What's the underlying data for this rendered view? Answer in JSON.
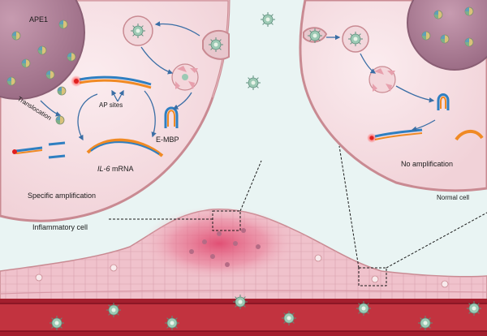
{
  "labels": {
    "ape1": "APE1",
    "translocation": "Translocation",
    "ap_sites": "AP sites",
    "e_mbp": "E-MBP",
    "il6_gene": "IL-6",
    "mrna": " mRNA",
    "specific_amplification": "Specific amplification",
    "inflammatory_cell": "Inflammatory cell",
    "no_amplification": "No amplification",
    "normal_cell": "Normal cell"
  },
  "colors": {
    "background": "#e9f4f3",
    "cell_fill": "#f5dee2",
    "cell_border": "#c98a92",
    "nucleus_fill": "#b4879c",
    "tissue_fill": "#f0bfc9",
    "tissue_highlight": "#e0607e",
    "blood_vessel": "#a31f2e",
    "vessel_lumen": "#c2333f",
    "nanoparticle_core": "#7fb49f",
    "probe_red": "#e02020",
    "dna_blue": "#2f7fc1",
    "dna_orange": "#f08a24"
  },
  "icons": {
    "nanoparticle": "spiky-nanoparticle-icon",
    "ape1_protein": "ape1-protein-icon",
    "hairpin_probe": "hairpin-probe-icon",
    "mrna_strand": "mrna-strand-icon",
    "fluorophore": "fluorophore-glow-icon"
  }
}
